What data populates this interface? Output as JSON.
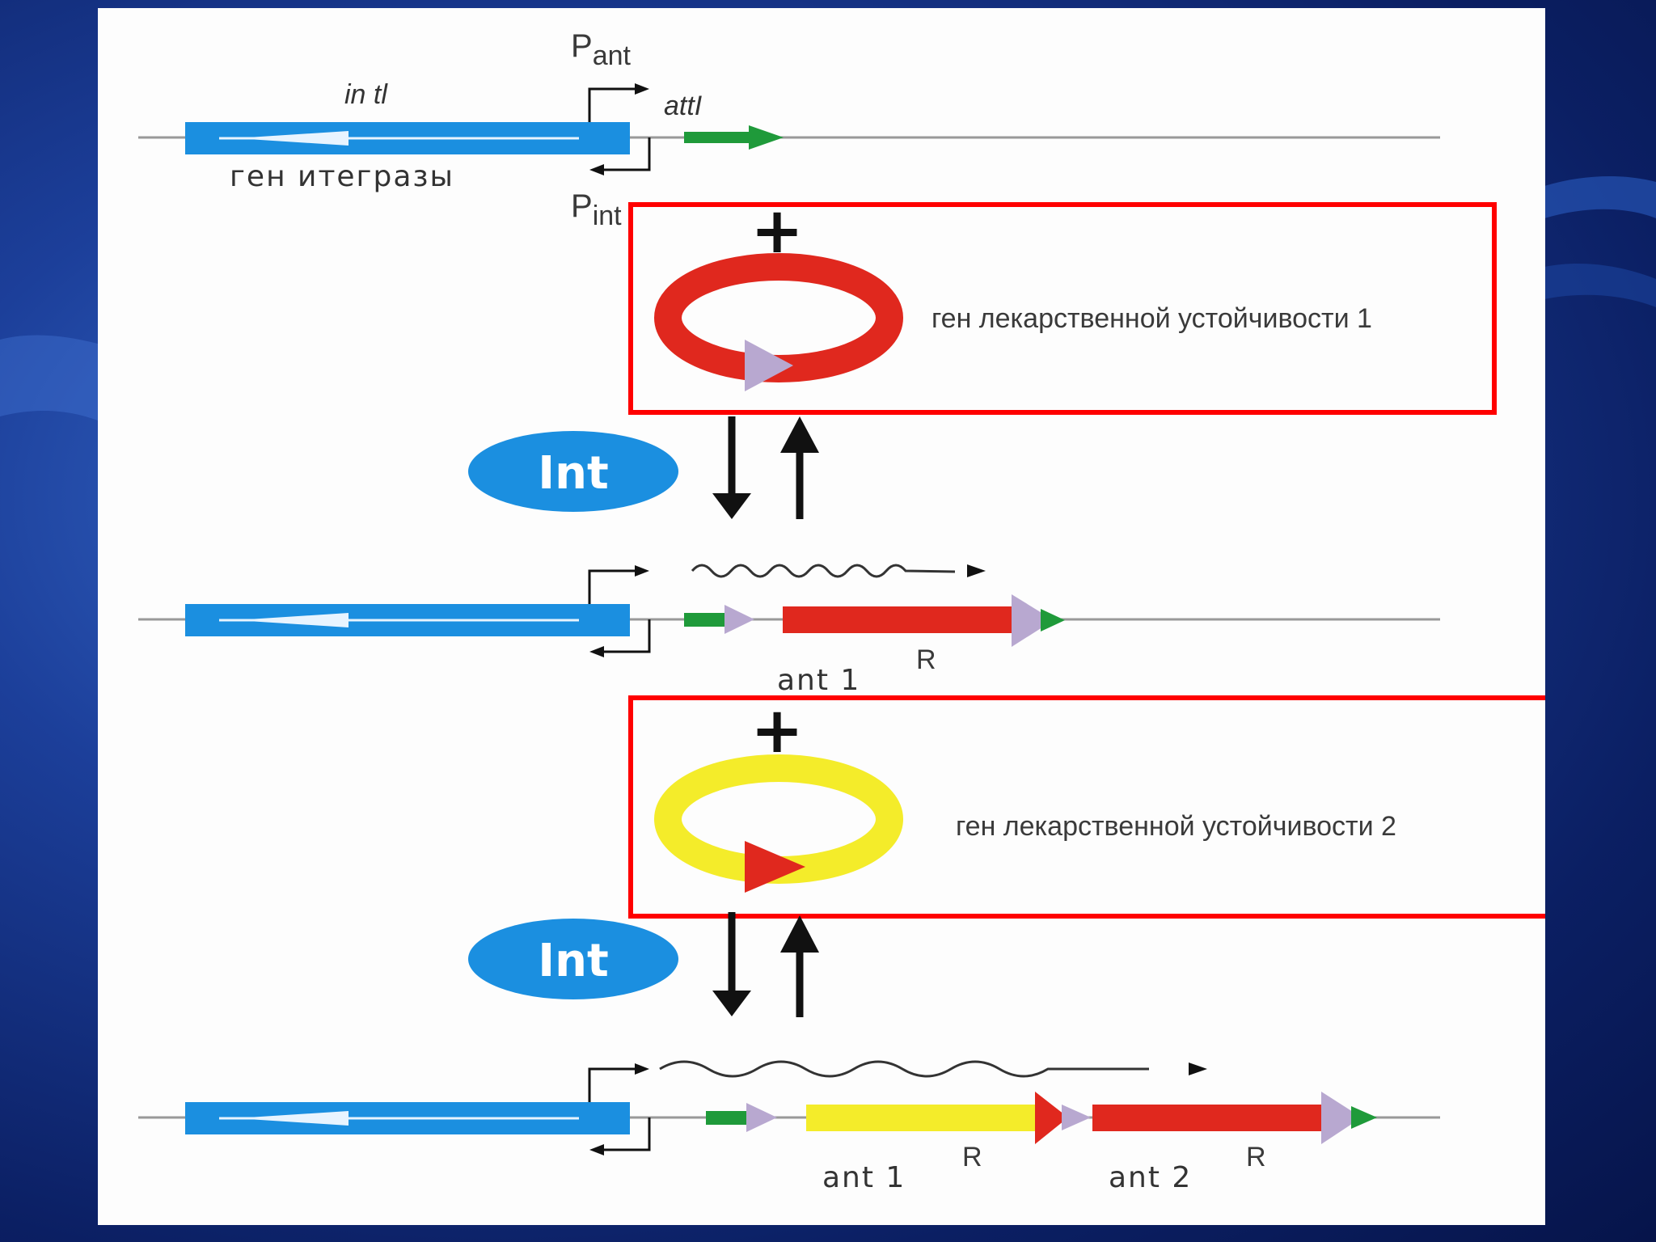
{
  "colors": {
    "integrase_gene": "#1b8fe0",
    "att_site": "#1f9a3a",
    "cassette_red": "#e0281e",
    "cassette_yellow": "#f4ec2a",
    "att_triangle": "#b8a8d0",
    "highlight_box": "#ff0000",
    "int_ellipse": "#1b8fe0"
  },
  "row1": {
    "gene_label_above": "in tl",
    "gene_label_below": "ген итегразы",
    "promoter_ant": {
      "main": "P",
      "sub": "ant"
    },
    "promoter_int": {
      "main": "P",
      "sub": "int"
    },
    "att_label": "attI"
  },
  "cassette1": {
    "plus": "+",
    "label": "ген лекарственной устойчивости 1"
  },
  "cassette2": {
    "plus": "+",
    "label": "ген лекарственной устойчивости 2"
  },
  "step1": {
    "enzyme": "Int"
  },
  "step2": {
    "enzyme": "Int"
  },
  "row2": {
    "ant1": {
      "main": "ant 1",
      "sup": "R"
    }
  },
  "row3": {
    "ant1": {
      "main": "ant 1",
      "sup": "R"
    },
    "ant2": {
      "main": "ant 2",
      "sup": "R"
    }
  }
}
